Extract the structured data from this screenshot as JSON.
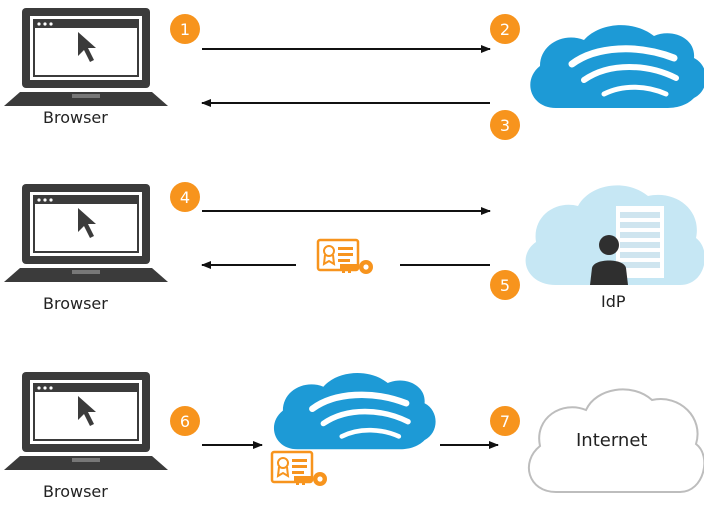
{
  "steps": [
    "1",
    "2",
    "3",
    "4",
    "5",
    "6",
    "7"
  ],
  "labels": {
    "browser_1": "Browser",
    "browser_2": "Browser",
    "browser_3": "Browser",
    "idp": "IdP",
    "internet": "Internet"
  },
  "colors": {
    "badge": "#f7941d",
    "zscaler_cloud": "#1d9ad6",
    "idp_cloud": "#c6e7f4",
    "laptop": "#3b3b3b",
    "certificate": "#f7941d",
    "arrow": "#111111"
  },
  "icons": [
    "laptop-icon",
    "zscaler-cloud-icon",
    "idp-cloud-icon",
    "server-icon",
    "user-icon",
    "certificate-key-icon",
    "internet-cloud-icon"
  ]
}
